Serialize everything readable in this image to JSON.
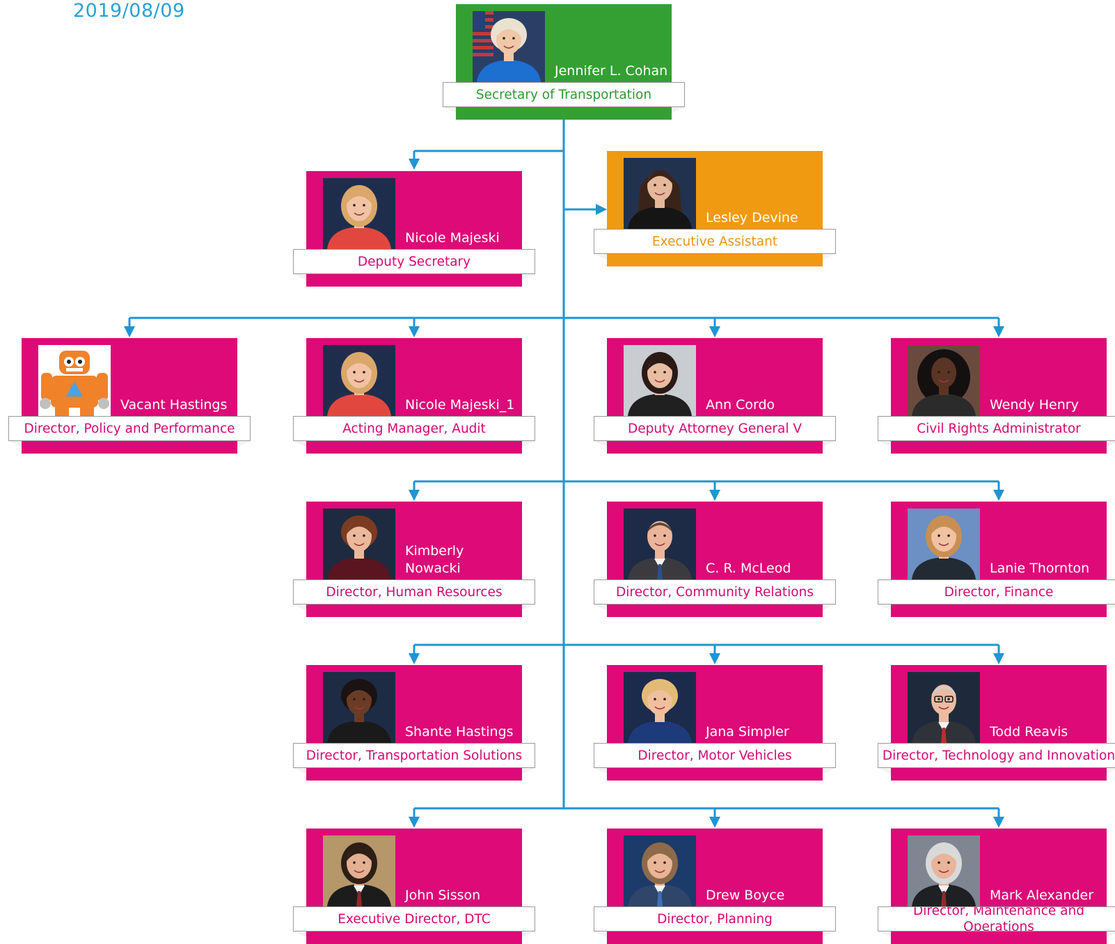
{
  "date": "2019/08/09",
  "colors": {
    "connector": "#1f95d2",
    "root_card": "#34a033",
    "assistant_card": "#f09a12",
    "staff_card": "#dd0a78",
    "date_text": "#2aa0d8"
  },
  "org_chart": {
    "root": {
      "id": "cohan",
      "name": "Jennifer L. Cohan",
      "title": "Secretary of Transportation",
      "card_color": "#34a033",
      "title_color": "#2e9a31",
      "photo": "portrait-woman-blonde-flag"
    },
    "reports": [
      {
        "id": "majeski",
        "name": "Nicole Majeski",
        "title": "Deputy Secretary",
        "card_color": "#dd0a78",
        "title_color": "#d20a73",
        "photo": "portrait-woman-blonde"
      },
      {
        "id": "devine",
        "name": "Lesley Devine",
        "title": "Executive Assistant",
        "card_color": "#f09a12",
        "title_color": "#ec9514",
        "photo": "portrait-woman-brunette"
      },
      {
        "id": "hastings-vacant",
        "name": "Vacant Hastings",
        "title": "Director, Policy and Performance",
        "card_color": "#dd0a78",
        "title_color": "#d20a73",
        "photo": "mascot-robot"
      },
      {
        "id": "majeski-1",
        "name": "Nicole Majeski_1",
        "title": "Acting Manager, Audit",
        "card_color": "#dd0a78",
        "title_color": "#d20a73",
        "photo": "portrait-woman-blonde"
      },
      {
        "id": "cordo",
        "name": "Ann  Cordo",
        "title": "Deputy Attorney General V",
        "card_color": "#dd0a78",
        "title_color": "#d20a73",
        "photo": "portrait-woman-dark-hair"
      },
      {
        "id": "henry",
        "name": "Wendy Henry",
        "title": "Civil Rights Administrator",
        "card_color": "#dd0a78",
        "title_color": "#d20a73",
        "photo": "portrait-woman-curly-hair"
      },
      {
        "id": "nowacki",
        "name": "Kimberly Nowacki",
        "title": "Director, Human Resources",
        "card_color": "#dd0a78",
        "title_color": "#d20a73",
        "photo": "portrait-woman-auburn"
      },
      {
        "id": "mcleod",
        "name": "C. R. McLeod",
        "title": "Director, Community Relations",
        "card_color": "#dd0a78",
        "title_color": "#d20a73",
        "photo": "portrait-man-suit"
      },
      {
        "id": "thornton",
        "name": "Lanie Thornton",
        "title": "Director, Finance",
        "card_color": "#dd0a78",
        "title_color": "#d20a73",
        "photo": "portrait-woman-blonde-light"
      },
      {
        "id": "hastings",
        "name": "Shante Hastings",
        "title": "Director, Transportation Solutions",
        "card_color": "#dd0a78",
        "title_color": "#d20a73",
        "photo": "portrait-woman-dark-skin"
      },
      {
        "id": "simpler",
        "name": "Jana Simpler",
        "title": "Director, Motor Vehicles",
        "card_color": "#dd0a78",
        "title_color": "#d20a73",
        "photo": "portrait-woman-short-blonde"
      },
      {
        "id": "reavis",
        "name": "Todd Reavis",
        "title": "Director, Technology and Innovation",
        "card_color": "#dd0a78",
        "title_color": "#d20a73",
        "photo": "portrait-man-glasses"
      },
      {
        "id": "sisson",
        "name": "John Sisson",
        "title": "Executive Director, DTC",
        "card_color": "#dd0a78",
        "title_color": "#d20a73",
        "photo": "portrait-man-tan-background"
      },
      {
        "id": "boyce",
        "name": "Drew Boyce",
        "title": "Director, Planning",
        "card_color": "#dd0a78",
        "title_color": "#d20a73",
        "photo": "portrait-man-blue-shirt"
      },
      {
        "id": "alexander",
        "name": "Mark Alexander",
        "title": "Director, Maintenance and Operations",
        "card_color": "#dd0a78",
        "title_color": "#d20a73",
        "photo": "portrait-man-gray-hair"
      }
    ]
  }
}
